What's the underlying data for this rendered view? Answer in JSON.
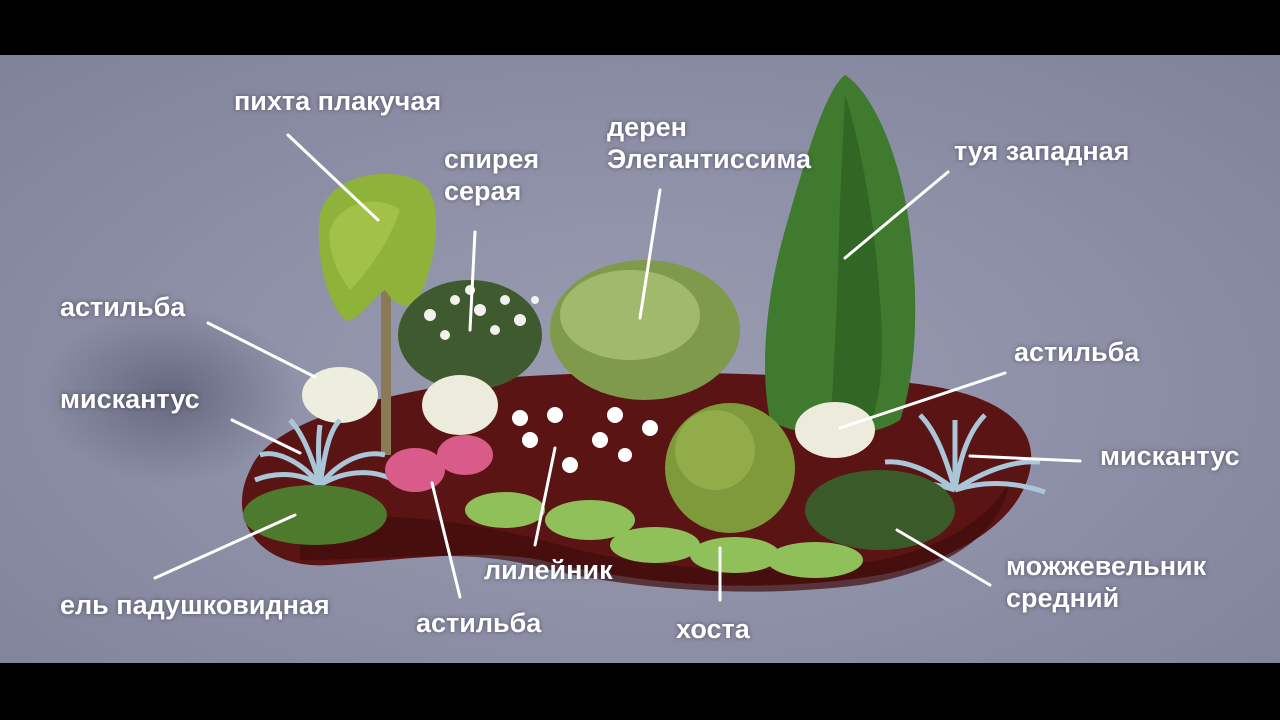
{
  "labels": {
    "pikhta": "пихта плакучая",
    "spireya": "спирея\nсерая",
    "deren": "дерен\nЭлегантиссима",
    "tuya": "туя западная",
    "astilba_left": "астильба",
    "miskantus_left": "мискантус",
    "astilba_right": "астильба",
    "miskantus_right": "мискантус",
    "el": "ель падушковидная",
    "astilba_bottom": "астильба",
    "lileinik": "лилейник",
    "khosta": "хоста",
    "mozhzhevelnik": "можжевельник\nсредний"
  },
  "colors": {
    "background": "#8f91a8",
    "letterbox": "#000000",
    "soil": "#5a1414",
    "label_text": "#ffffff",
    "leader_line": "#ffffff"
  }
}
